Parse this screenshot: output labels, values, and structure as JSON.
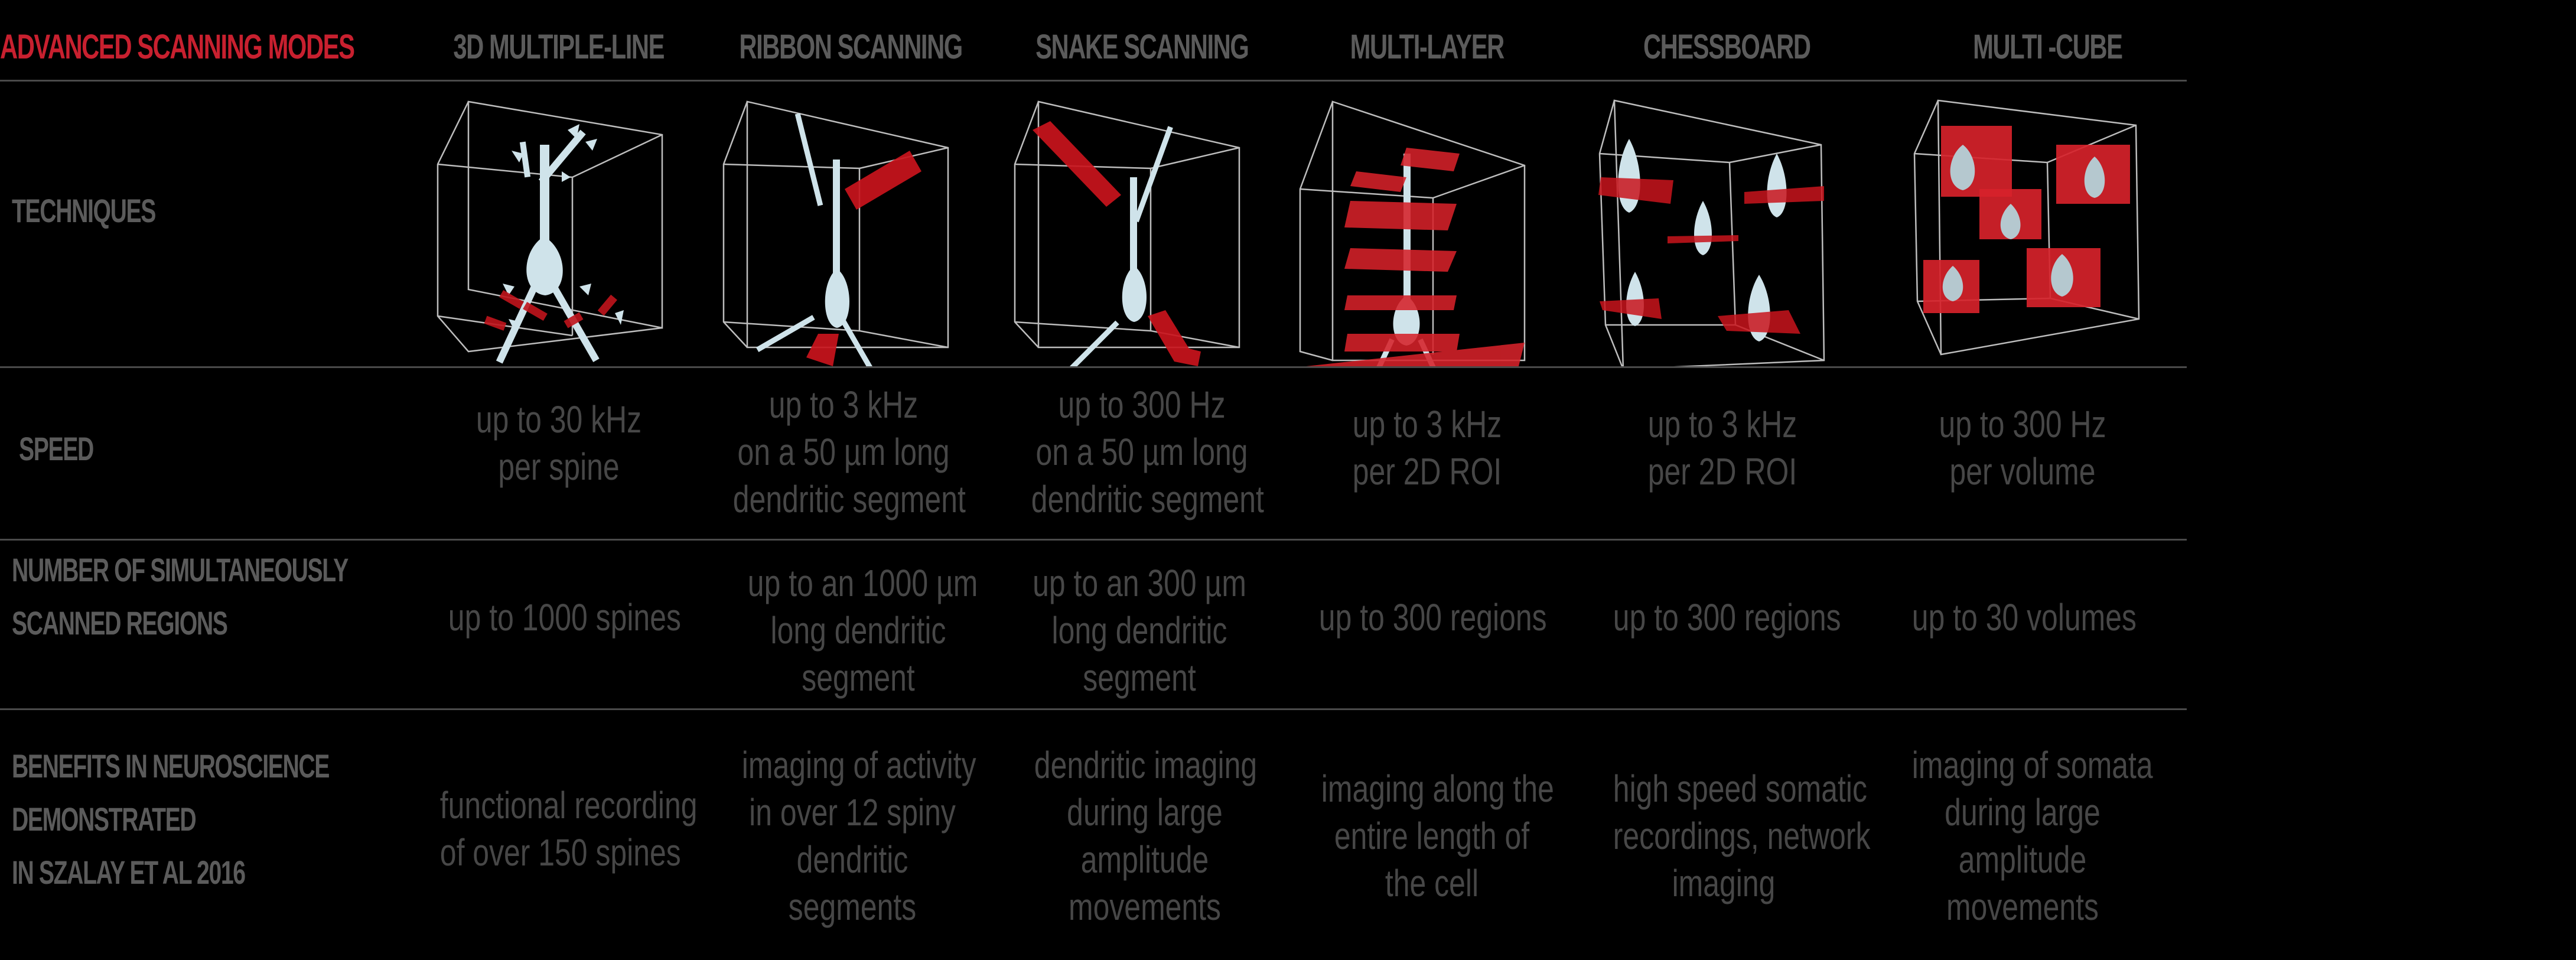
{
  "title": "ADVANCED SCANNING MODES",
  "columns": [
    {
      "label": "3D MULTIPLE-LINE",
      "illustration": "neuron-spines-lines-icon"
    },
    {
      "label": "RIBBON SCANNING",
      "illustration": "neuron-ribbon-icon"
    },
    {
      "label": "SNAKE SCANNING",
      "illustration": "neuron-snake-icon"
    },
    {
      "label": "MULTI-LAYER",
      "illustration": "neuron-multilayer-icon"
    },
    {
      "label": "CHESSBOARD",
      "illustration": "somata-chessboard-icon"
    },
    {
      "label": "MULTI -CUBE",
      "illustration": "somata-multicube-icon"
    }
  ],
  "rows": {
    "techniques": {
      "label": [
        "TECHNIQUES"
      ]
    },
    "speed": {
      "label": [
        "SPEED"
      ],
      "values": [
        [
          "up to 30 kHz",
          "per spine"
        ],
        [
          "up to 3 kHz",
          "on a 50 µm long",
          "dendritic segment"
        ],
        [
          "up to 300 Hz",
          "on a 50 µm long",
          "dendritic segment"
        ],
        [
          "up to 3 kHz",
          "per 2D ROI"
        ],
        [
          "up to 3 kHz",
          "per 2D ROI"
        ],
        [
          "up to 300 Hz",
          "per volume"
        ]
      ]
    },
    "regions": {
      "label": [
        "NUMBER OF SIMULTANEOUSLY",
        "SCANNED REGIONS"
      ],
      "values": [
        [
          "up to 1000 spines"
        ],
        [
          "up to an 1000 µm",
          "long dendritic",
          "segment"
        ],
        [
          "up to an 300 µm",
          "long dendritic",
          "segment"
        ],
        [
          "up to 300 regions"
        ],
        [
          "up to 300 regions"
        ],
        [
          "up to 30 volumes"
        ]
      ]
    },
    "benefits": {
      "label": [
        "BENEFITS IN NEUROSCIENCE",
        "DEMONSTRATED",
        "IN SZALAY ET AL 2016"
      ],
      "values": [
        [
          "functional recording",
          "of over 150 spines"
        ],
        [
          "imaging of activity",
          "in over 12 spiny",
          "dendritic",
          "segments"
        ],
        [
          "dendritic imaging",
          "during large",
          "amplitude",
          "movements"
        ],
        [
          "imaging along the",
          "entire length of",
          "the cell"
        ],
        [
          "high speed somatic",
          "recordings, network",
          "imaging"
        ],
        [
          "imaging of somata",
          "during large",
          "amplitude",
          "movements"
        ]
      ]
    }
  },
  "colors": {
    "title": "#c8202f",
    "label": "#5b5b5b",
    "value": "#474747",
    "divider": "#4a4a4a",
    "background": "#000000",
    "neuron": "#cfe3ea",
    "scan_region": "#d01820"
  }
}
